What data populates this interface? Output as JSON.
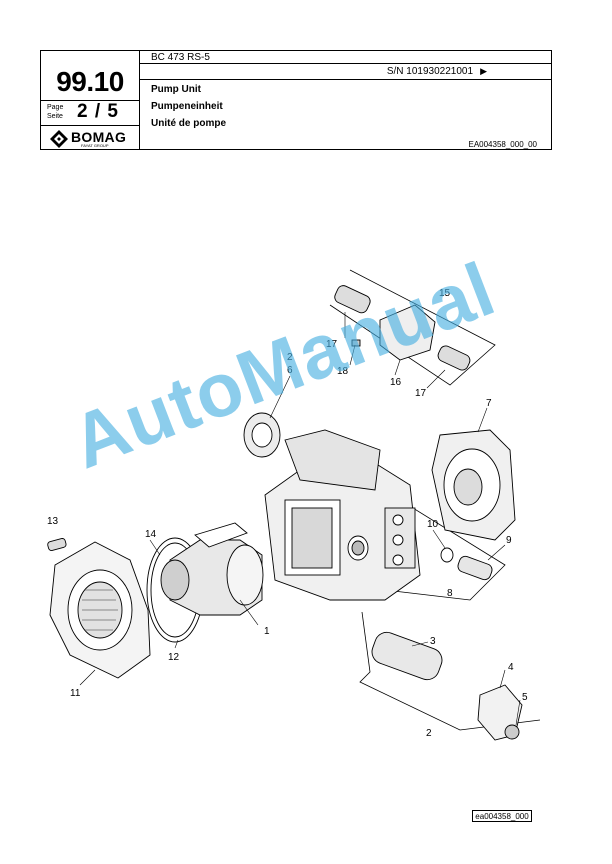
{
  "header": {
    "model": "BC 473 RS-5",
    "serial": "S/N 101930221001",
    "serial_arrow": "▶",
    "chapter": "99.10",
    "page_label_en": "Page",
    "page_label_de": "Seite",
    "page": "2 / 5",
    "brand": "BOMAG",
    "brand_sub": "FAYAT GROUP",
    "title_en": "Pump Unit",
    "title_de": "Pumpeneinheit",
    "title_fr": "Unité de pompe",
    "doc_ref": "EA004358_000_00"
  },
  "diagram": {
    "callouts": {
      "n1": "1",
      "n2a": "2",
      "n6": "6",
      "n2b": "2",
      "n3": "3",
      "n4": "4",
      "n5": "5",
      "n7": "7",
      "n8": "8",
      "n9": "9",
      "n10": "10",
      "n11": "11",
      "n12": "12",
      "n13": "13",
      "n14": "14",
      "n15": "15",
      "n16": "16",
      "n17a": "17",
      "n17b": "17",
      "n18": "18"
    }
  },
  "watermark": "AutoManual",
  "footer": {
    "image_ref": "ea004358_000"
  }
}
